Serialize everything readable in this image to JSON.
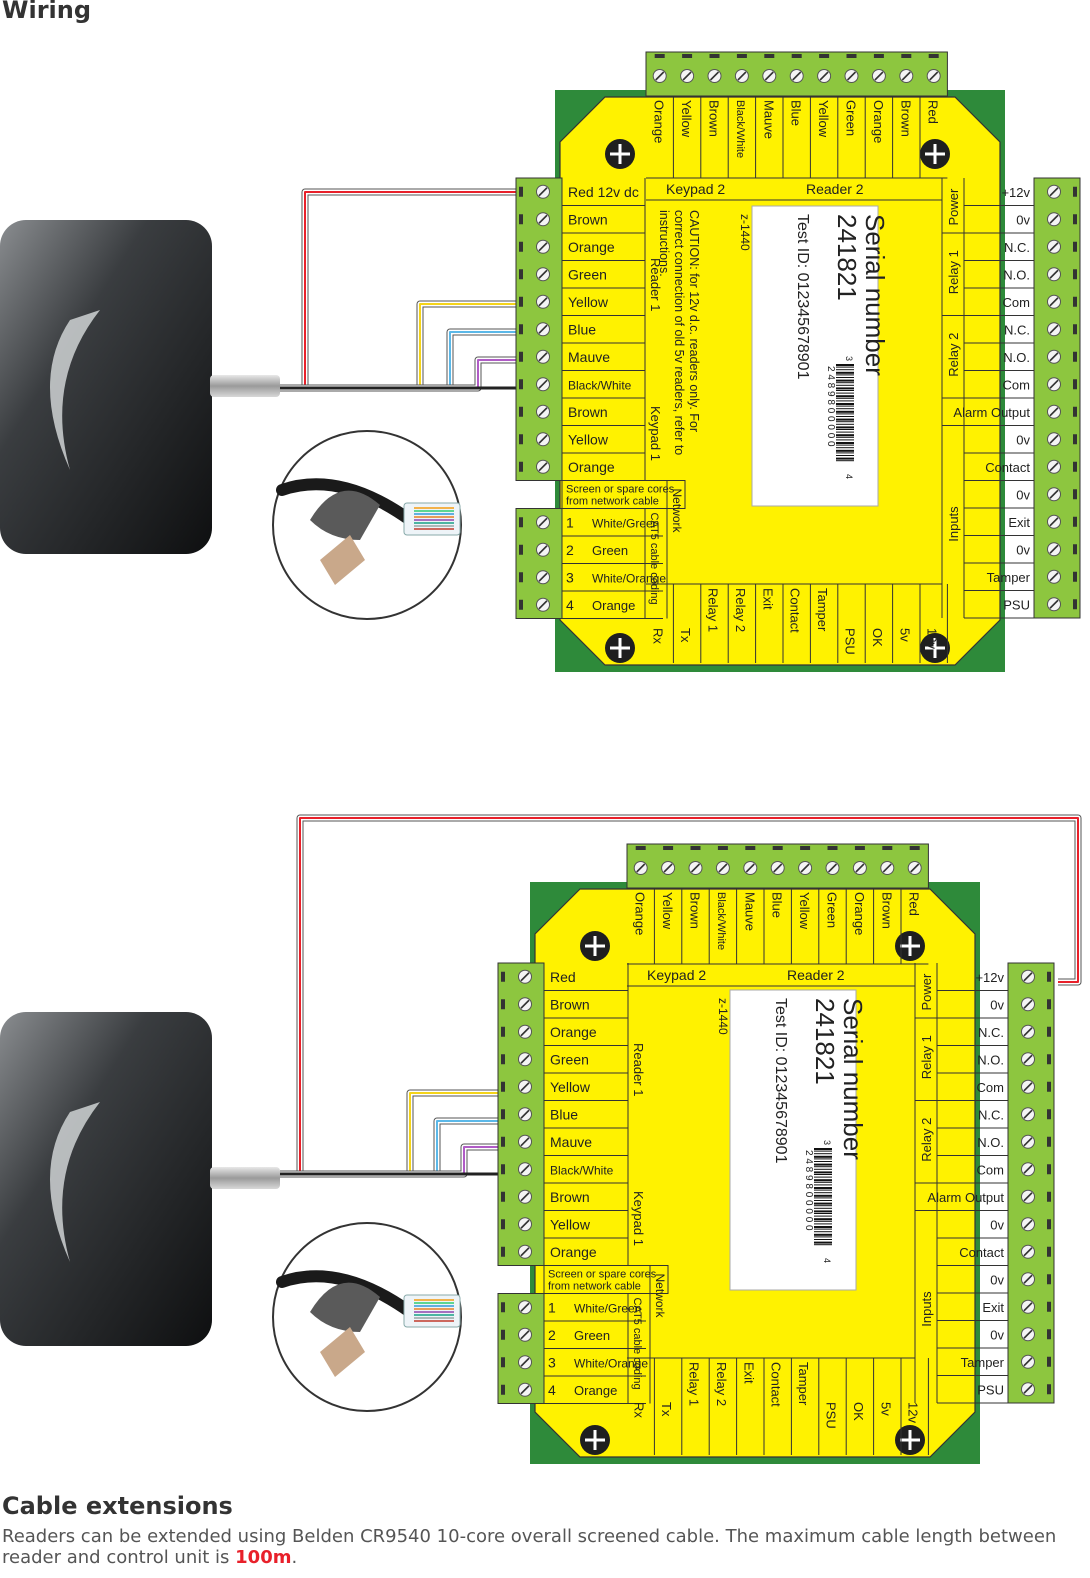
{
  "headings": {
    "wiring": "Wiring",
    "cable_extensions": "Cable extensions"
  },
  "extension_text": {
    "before": "Readers can be extended using Belden CR9540 10-core overall screened cable. The maximum cable length between reader and control unit is ",
    "highlight": "100m",
    "after": "."
  },
  "colors": {
    "board_yellow": "#fff200",
    "terminal_green": "#8dc63f",
    "enclosure_green": "#2e8a3a",
    "wire_red": "#e8202a",
    "wire_yellow": "#f5d41a",
    "wire_blue": "#5bb8e8",
    "wire_mauve": "#b05cc6",
    "wire_black": "#222222",
    "highlight_red": "#e8202a"
  },
  "board": {
    "left_labels": [
      "Red 12v dc",
      "Brown",
      "Orange",
      "Green",
      "Yellow",
      "Blue",
      "Mauve",
      "Black/White",
      "Brown",
      "Yellow",
      "Orange"
    ],
    "left_labels_alt_first": "Red",
    "reader1_label": "Reader 1",
    "keypad1_label": "Keypad 1",
    "screen_label_line1": "Screen or spare cores",
    "screen_label_line2": "from network cable",
    "network_numbers": [
      "1",
      "2",
      "3",
      "4"
    ],
    "network_colours": [
      "White/Green",
      "Green",
      "White/Orange",
      "Orange"
    ],
    "cat5_label": "CAT5 cable coding",
    "network_label": "Network",
    "top_labels": [
      "Orange",
      "Yellow",
      "Brown",
      "Black/White",
      "Mauve",
      "Blue",
      "Yellow",
      "Green",
      "Orange",
      "Brown",
      "Red"
    ],
    "keypad2_label": "Keypad 2",
    "reader2_label": "Reader 2",
    "right_labels": [
      "+12v",
      "0v",
      "N.C.",
      "N.O.",
      "Com",
      "N.C.",
      "N.O.",
      "Com",
      "Alarm Output",
      "0v",
      "Contact",
      "0v",
      "Exit",
      "0v",
      "Tamper",
      "PSU"
    ],
    "right_groups": [
      "Power",
      "Relay 1",
      "Relay 2",
      "Inputs"
    ],
    "bottom_labels": [
      "Rx",
      "Tx",
      "Relay 1",
      "Relay 2",
      "Exit",
      "Contact",
      "Tamper",
      "PSU",
      "OK",
      "5v",
      "12v"
    ],
    "caution_lines": [
      "CAUTION: for 12v d.c. readers only. For",
      "correct connection of old 5v readers, refer to",
      "instructions."
    ],
    "serial_title": "Serial number",
    "serial_number": "241821",
    "test_id": "Test ID: 012345678901",
    "z_code": "z-1440",
    "barcode_digits": "2 4 8 9 8   0 0 0 0 0",
    "barcode_left_digit": "3",
    "barcode_right_digit": "4"
  }
}
